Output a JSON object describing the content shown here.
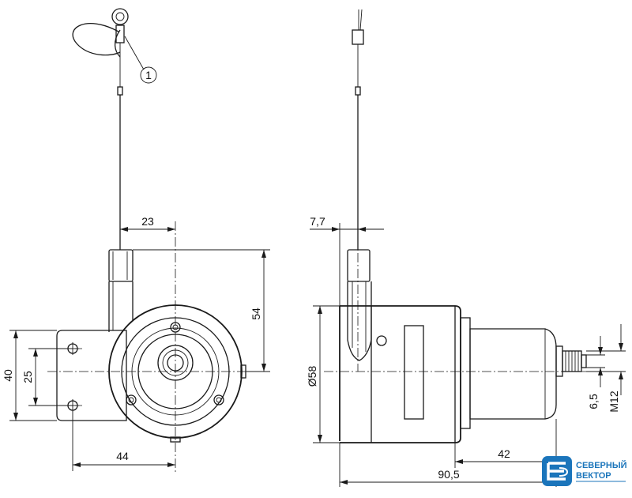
{
  "dimensions": {
    "front_cable_offset": "23",
    "front_height": "54",
    "front_flange_height": "40",
    "front_hole_spacing": "25",
    "front_width": "44",
    "side_cable_offset": "7,7",
    "side_diameter": "Ø58",
    "side_shaft_length": "42",
    "side_total_length": "90,5",
    "connector_small": "6,5",
    "connector_thread": "M12"
  },
  "callouts": {
    "item_1": "1"
  },
  "logo": {
    "line1": "СЕВЕРНЫЙ",
    "line2": "ВЕКТОР",
    "color": "#1b75bb"
  }
}
